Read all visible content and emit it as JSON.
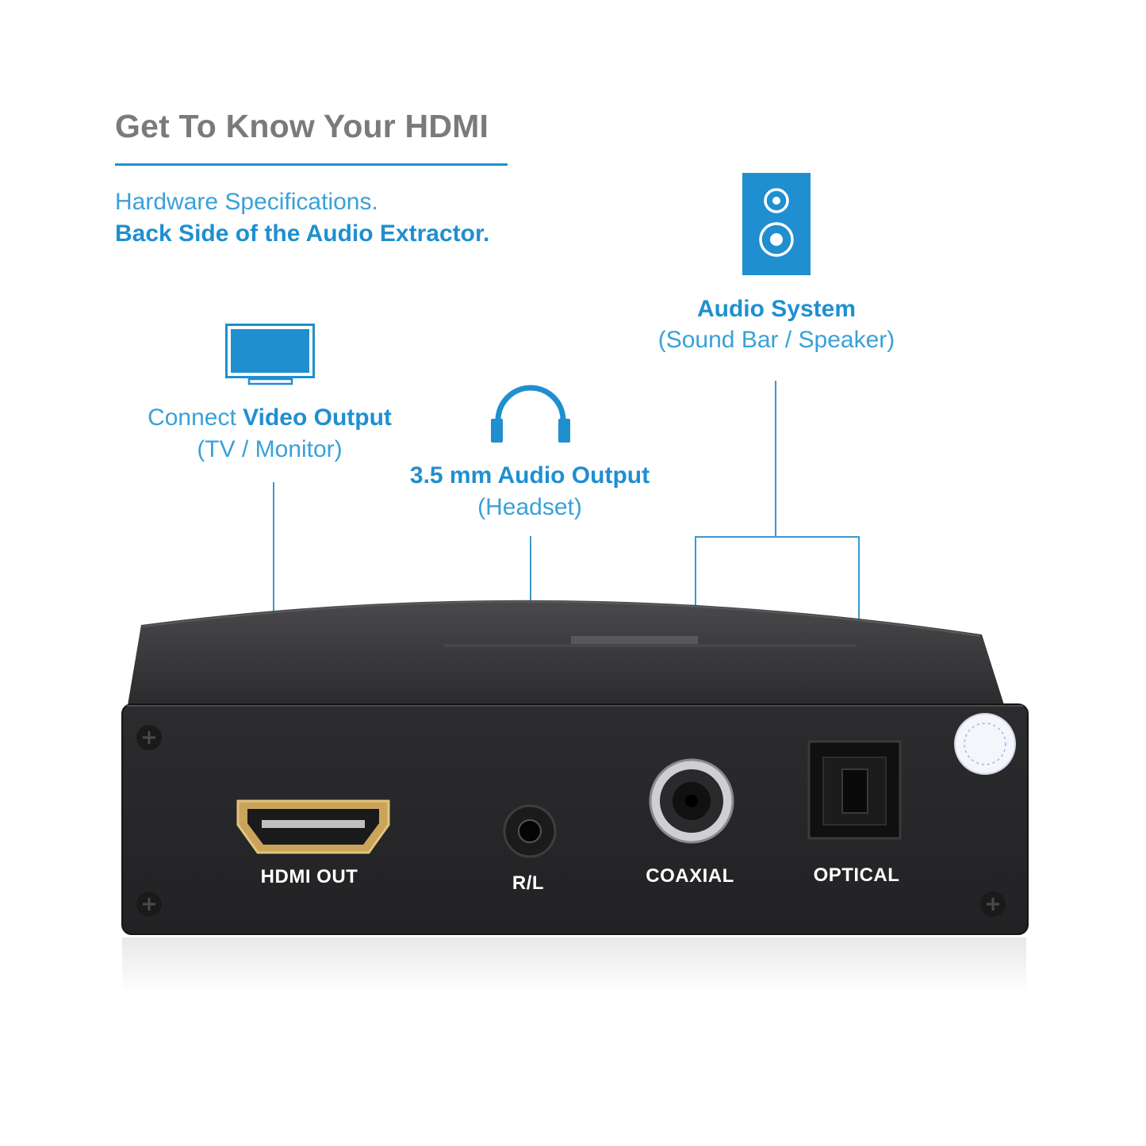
{
  "header": {
    "title": "Get To Know Your HDMI",
    "subtitle_light": "Hardware Specifications.",
    "subtitle_bold": "Back Side of the Audio Extractor."
  },
  "callouts": {
    "video": {
      "prefix": "Connect ",
      "bold": "Video Output",
      "detail": "(TV / Monitor)",
      "icon": "monitor-icon"
    },
    "audio35": {
      "bold": "3.5 mm Audio Output",
      "detail": "(Headset)",
      "icon": "headphones-icon"
    },
    "system": {
      "bold": "Audio System",
      "detail": "(Sound Bar / Speaker)",
      "icon": "speaker-icon"
    }
  },
  "device": {
    "ports": {
      "hdmi": "HDMI OUT",
      "rl": "R/L",
      "coaxial": "COAXIAL",
      "optical": "OPTICAL"
    }
  },
  "colors": {
    "accent": "#1f8fd0",
    "accent_light": "#3aa0d8",
    "title_gray": "#7a7a7a",
    "device_body": "#2e2e30"
  }
}
